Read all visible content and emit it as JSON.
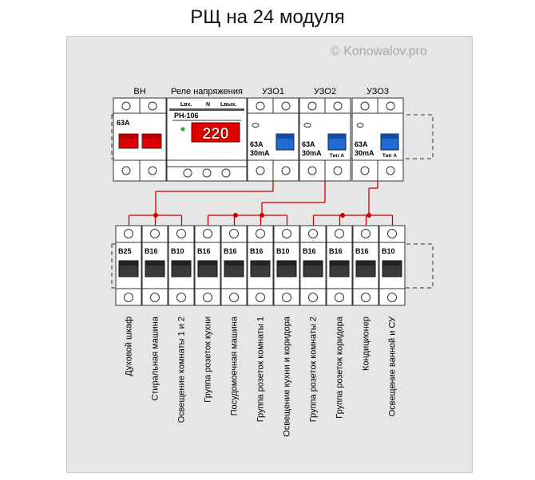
{
  "title": "РЩ на 24 модуля",
  "watermark": "© Konowalov.pro",
  "top_row": {
    "main_switch": {
      "header": "ВН",
      "rating": "63A"
    },
    "voltage_relay": {
      "header": "Реле напряжения",
      "model": "РН-106",
      "terminal_in": "Lвх.",
      "terminal_n": "N",
      "terminal_out": "Lвых.",
      "display": "220"
    },
    "rcds": [
      {
        "header": "УЗО1",
        "rating": "63A",
        "current": "30mA",
        "type": ""
      },
      {
        "header": "УЗО2",
        "rating": "63A",
        "current": "30mA",
        "type": "Тип А"
      },
      {
        "header": "УЗО3",
        "rating": "63A",
        "current": "30mA",
        "type": "Тип А"
      }
    ]
  },
  "breakers": [
    {
      "rating": "B25",
      "label": "Духовой шкаф"
    },
    {
      "rating": "B16",
      "label": "Стиральная машина"
    },
    {
      "rating": "B10",
      "label": "Освещение комнаты 1 и 2"
    },
    {
      "rating": "B16",
      "label": "Группа розеток кухни"
    },
    {
      "rating": "B16",
      "label": "Посудомоечная  машина"
    },
    {
      "rating": "B16",
      "label": "Группа розеток комнаты 1"
    },
    {
      "rating": "B10",
      "label": "Освещение кухни и коридора"
    },
    {
      "rating": "B16",
      "label": "Группа розеток комнаты 2"
    },
    {
      "rating": "B16",
      "label": "Группа розеток коридора"
    },
    {
      "rating": "B16",
      "label": "Кондиционер"
    },
    {
      "rating": "B10",
      "label": "Освещение ванной и СУ"
    }
  ],
  "colors": {
    "wire": "#cc0000",
    "handle_red": "#dd0000",
    "handle_blue": "#1f6bd1",
    "handle_dark": "#3a3a3a",
    "panel": "#e6e6e6"
  }
}
